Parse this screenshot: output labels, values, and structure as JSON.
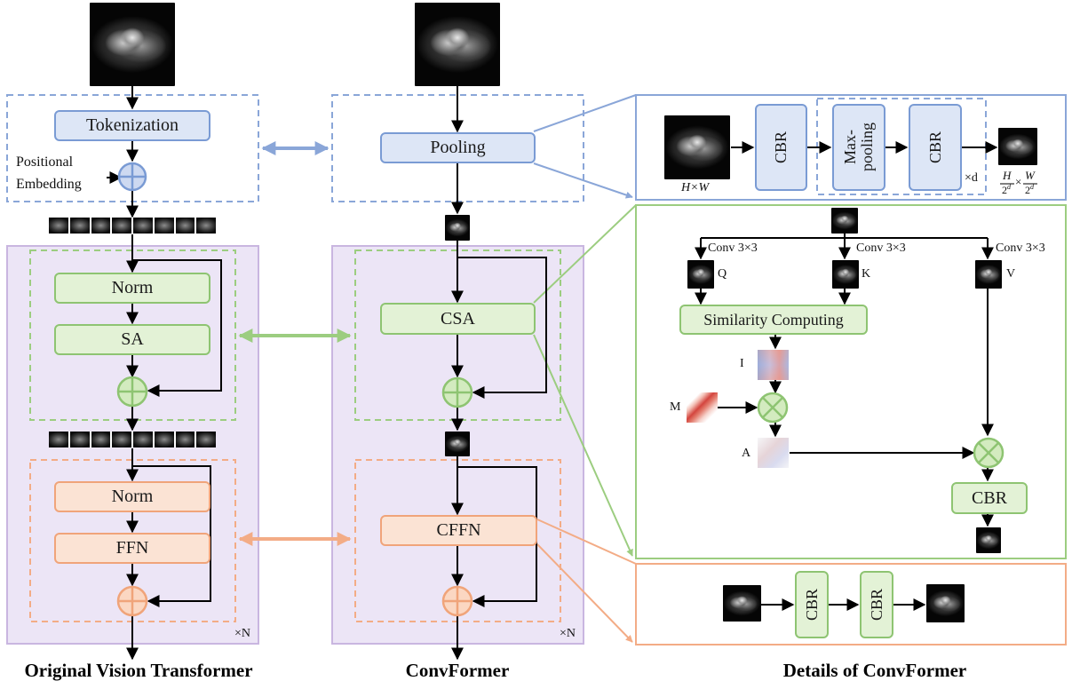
{
  "titles": {
    "vit": "Original Vision Transformer",
    "convformer": "ConvFormer",
    "details": "Details of ConvFormer"
  },
  "vit": {
    "tokenization": "Tokenization",
    "positional": "Positional",
    "embedding": "Embedding",
    "norm1": "Norm",
    "sa": "SA",
    "norm2": "Norm",
    "ffn": "FFN",
    "repeat": "×N"
  },
  "convformer": {
    "pooling": "Pooling",
    "csa": "CSA",
    "cffn": "CFFN",
    "repeat": "×N"
  },
  "details_pooling": {
    "cbr1": "CBR",
    "maxpool_line1": "Max-",
    "maxpool_line2": "pooling",
    "cbr2": "CBR",
    "repeat": "×d",
    "input_size": "H×W",
    "out_h": "H",
    "out_w": "W",
    "out_den": "2",
    "out_exp": "d",
    "times": "×"
  },
  "details_csa": {
    "conv_q": "Conv 3×3",
    "conv_k": "Conv 3×3",
    "conv_v": "Conv 3×3",
    "q": "Q",
    "k": "K",
    "v": "V",
    "similarity": "Similarity Computing",
    "i": "I",
    "m": "M",
    "a": "A",
    "cbr": "CBR"
  },
  "details_cffn": {
    "cbr1": "CBR",
    "cbr2": "CBR"
  },
  "colors": {
    "blue": "#7a9bd4",
    "green": "#8ec472",
    "orange": "#f0a47a",
    "purple": "#c9b6e0"
  }
}
